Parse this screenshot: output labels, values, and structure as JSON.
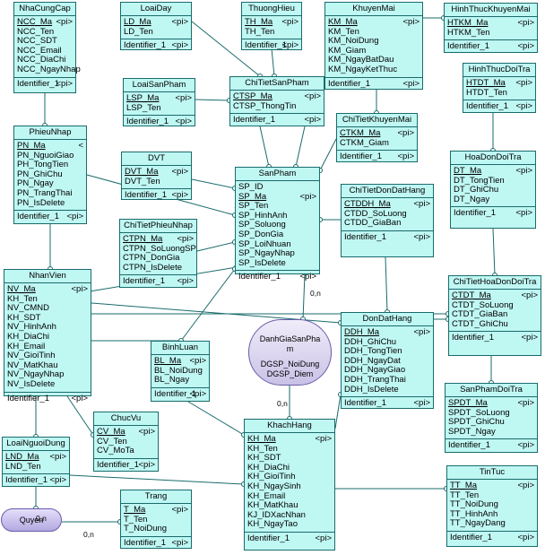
{
  "diagram": {
    "entities": [
      {
        "id": "NhaCungCap",
        "title": "NhaCungCap",
        "attrs": [
          {
            "name": "NCC_Ma",
            "tag": "<pi>",
            "pk": true
          },
          {
            "name": "NCC_Ten",
            "tag": ""
          },
          {
            "name": "NCC_SDT",
            "tag": ""
          },
          {
            "name": "NCC_Email",
            "tag": ""
          },
          {
            "name": "NCC_DiaChi",
            "tag": ""
          },
          {
            "name": "NCC_NgayNhap",
            "tag": ""
          }
        ],
        "identifier": "Identifier_1",
        "ident_tag": "<pi>"
      },
      {
        "id": "LoaiDay",
        "title": "LoaiDay",
        "attrs": [
          {
            "name": "LD_Ma",
            "tag": "<pi>",
            "pk": true
          },
          {
            "name": "LD_Ten",
            "tag": ""
          }
        ],
        "identifier": "Identifier_1",
        "ident_tag": "<pi>"
      },
      {
        "id": "ThuongHieu",
        "title": "ThuongHieu",
        "attrs": [
          {
            "name": "TH_Ma",
            "tag": "<pi>",
            "pk": true
          },
          {
            "name": "TH_Ten",
            "tag": ""
          }
        ],
        "identifier": "Identifier_1",
        "ident_tag": "<pi>"
      },
      {
        "id": "KhuyenMai",
        "title": "KhuyenMai",
        "attrs": [
          {
            "name": "KM_Ma",
            "tag": "<pi>",
            "pk": true
          },
          {
            "name": "KM_Ten",
            "tag": ""
          },
          {
            "name": "KM_NoiDung",
            "tag": ""
          },
          {
            "name": "KM_Giam",
            "tag": ""
          },
          {
            "name": "KM_NgayBatDau",
            "tag": ""
          },
          {
            "name": "KM_NgayKetThuc",
            "tag": ""
          }
        ],
        "identifier": "Identifier_1",
        "ident_tag": "<pi>"
      },
      {
        "id": "HinhThucKhuyenMai",
        "title": "HinhThucKhuyenMai",
        "attrs": [
          {
            "name": "HTKM_Ma",
            "tag": "<pi>",
            "pk": true
          },
          {
            "name": "HTKM_Ten",
            "tag": ""
          }
        ],
        "identifier": "Identifier_1",
        "ident_tag": "<pi>"
      },
      {
        "id": "LoaiSanPham",
        "title": "LoaiSanPham",
        "attrs": [
          {
            "name": "LSP_Ma",
            "tag": "<pi>",
            "pk": true
          },
          {
            "name": "LSP_Ten",
            "tag": ""
          }
        ],
        "identifier": "Identifier_1",
        "ident_tag": "<pi>"
      },
      {
        "id": "ChiTietSanPham",
        "title": "ChiTietSanPham",
        "attrs": [
          {
            "name": "CTSP_Ma",
            "tag": "<pi>",
            "pk": true
          },
          {
            "name": "CTSP_ThongTin",
            "tag": ""
          }
        ],
        "identifier": "Identifier_1",
        "ident_tag": "<pi>"
      },
      {
        "id": "HinhThucDoiTra",
        "title": "HinhThucDoiTra",
        "attrs": [
          {
            "name": "HTDT_Ma",
            "tag": "<pi>",
            "pk": true
          },
          {
            "name": "HTDT_Ten",
            "tag": ""
          }
        ],
        "identifier": "Identifier_1",
        "ident_tag": "<pi>"
      },
      {
        "id": "ChiTietKhuyenMai",
        "title": "ChiTietKhuyenMai",
        "attrs": [
          {
            "name": "CTKM_Ma",
            "tag": "<pi>",
            "pk": true
          },
          {
            "name": "CTKM_Giam",
            "tag": ""
          }
        ],
        "identifier": "Identifier_1",
        "ident_tag": "<pi>"
      },
      {
        "id": "PhieuNhap",
        "title": "PhieuNhap",
        "attrs": [
          {
            "name": "PN_Ma",
            "tag": "<",
            "pk": true
          },
          {
            "name": "PN_NguoiGiao",
            "tag": ""
          },
          {
            "name": "PH_TongTien",
            "tag": ""
          },
          {
            "name": "PN_GhiChu",
            "tag": ""
          },
          {
            "name": "PN_Ngay",
            "tag": ""
          },
          {
            "name": "PN_TrangThai",
            "tag": ""
          },
          {
            "name": "PN_IsDelete",
            "tag": ""
          }
        ],
        "identifier": "Identifier_1",
        "ident_tag": "<pi>"
      },
      {
        "id": "DVT",
        "title": "DVT",
        "attrs": [
          {
            "name": "DVT_Ma",
            "tag": "<pi>",
            "pk": true
          },
          {
            "name": "DVT_Ten",
            "tag": ""
          }
        ],
        "identifier": "Identifier_1",
        "ident_tag": "<pi>"
      },
      {
        "id": "SanPham",
        "title": "SanPham",
        "attrs": [
          {
            "name": "SP_ID",
            "tag": ""
          },
          {
            "name": "SP_Ma",
            "tag": "<pi>",
            "pk": true
          },
          {
            "name": "SP_Ten",
            "tag": ""
          },
          {
            "name": "SP_HinhAnh",
            "tag": ""
          },
          {
            "name": "SP_Soluong",
            "tag": ""
          },
          {
            "name": "SP_DonGia",
            "tag": ""
          },
          {
            "name": "SP_LoiNhuan",
            "tag": ""
          },
          {
            "name": "SP_NgayNhap",
            "tag": ""
          },
          {
            "name": "SP_IsDelete",
            "tag": ""
          }
        ],
        "identifier": "Identifier_1",
        "ident_tag": "<pi>"
      },
      {
        "id": "ChiTietDonDatHang",
        "title": "ChiTietDonDatHang",
        "attrs": [
          {
            "name": "CTDDH_Ma",
            "tag": "<pi>",
            "pk": true
          },
          {
            "name": "CTDD_SoLuong",
            "tag": ""
          },
          {
            "name": "CTDD_GiaBan",
            "tag": ""
          }
        ],
        "identifier": "Identifier_1",
        "ident_tag": "<pi>"
      },
      {
        "id": "HoaDonDoiTra",
        "title": "HoaDonDoiTra",
        "attrs": [
          {
            "name": "DT_Ma",
            "tag": "<pi>",
            "pk": true
          },
          {
            "name": "DT_TongTien",
            "tag": ""
          },
          {
            "name": "DT_GhiChu",
            "tag": ""
          },
          {
            "name": "DT_Ngay",
            "tag": ""
          }
        ],
        "identifier": "Identifier_1",
        "ident_tag": "<pi>"
      },
      {
        "id": "ChiTietPhieuNhap",
        "title": "ChiTietPhieuNhap",
        "attrs": [
          {
            "name": "CTPN_Ma",
            "tag": "<pi>",
            "pk": true
          },
          {
            "name": "CTPN_SoLuongSP",
            "tag": ""
          },
          {
            "name": "CTPN_DonGia",
            "tag": ""
          },
          {
            "name": "CTPN_IsDelete",
            "tag": ""
          }
        ],
        "identifier": "Identifier_1",
        "ident_tag": "<pi>"
      },
      {
        "id": "NhanVien",
        "title": "NhanVien",
        "attrs": [
          {
            "name": "NV_Ma",
            "tag": "<pi>",
            "pk": true
          },
          {
            "name": "KH_Ten",
            "tag": ""
          },
          {
            "name": "NV_CMND",
            "tag": ""
          },
          {
            "name": "KH_SDT",
            "tag": ""
          },
          {
            "name": "NV_HinhAnh",
            "tag": ""
          },
          {
            "name": "KH_DiaChi",
            "tag": ""
          },
          {
            "name": "KH_Email",
            "tag": ""
          },
          {
            "name": "NV_GioiTinh",
            "tag": ""
          },
          {
            "name": "NV_MatKhau",
            "tag": ""
          },
          {
            "name": "NV_NgayNhap",
            "tag": ""
          },
          {
            "name": "NV_IsDelete",
            "tag": ""
          }
        ],
        "identifier": "Identifier_1",
        "ident_tag": "<pi>"
      },
      {
        "id": "ChiTietHoaDonDoiTra",
        "title": "ChiTietHoaDonDoiTra",
        "attrs": [
          {
            "name": "CTDT_Ma",
            "tag": "<pi>",
            "pk": true
          },
          {
            "name": "CTDT_SoLuong",
            "tag": ""
          },
          {
            "name": "CTDT_GiaBan",
            "tag": ""
          },
          {
            "name": "CTDT_GhiChu",
            "tag": ""
          }
        ],
        "identifier": "Identifier_1",
        "ident_tag": "<pi>"
      },
      {
        "id": "DonDatHang",
        "title": "DonDatHang",
        "attrs": [
          {
            "name": "DDH_Ma",
            "tag": "<pi>",
            "pk": true
          },
          {
            "name": "DDH_GhiChu",
            "tag": ""
          },
          {
            "name": "DDH_TongTien",
            "tag": ""
          },
          {
            "name": "DDH_NgayDat",
            "tag": ""
          },
          {
            "name": "DDH_NgayGiao",
            "tag": ""
          },
          {
            "name": "DDH_TrangThai",
            "tag": ""
          },
          {
            "name": "DDH_IsDelete",
            "tag": ""
          }
        ],
        "identifier": "Identifier_1",
        "ident_tag": "<pi>"
      },
      {
        "id": "BinhLuan",
        "title": "BinhLuan",
        "attrs": [
          {
            "name": "BL_Ma",
            "tag": "<pi>",
            "pk": true
          },
          {
            "name": "BL_NoiDung",
            "tag": ""
          },
          {
            "name": "BL_Ngay",
            "tag": ""
          }
        ],
        "identifier": "Identifier_1",
        "ident_tag": "<pi>"
      },
      {
        "id": "ChucVu",
        "title": "ChucVu",
        "attrs": [
          {
            "name": "CV_Ma",
            "tag": "<pi>",
            "pk": true
          },
          {
            "name": "CV_Ten",
            "tag": ""
          },
          {
            "name": "CV_MoTa",
            "tag": ""
          }
        ],
        "identifier": "Identifier_1",
        "ident_tag": "<pi>"
      },
      {
        "id": "SanPhamDoiTra",
        "title": "SanPhamDoiTra",
        "attrs": [
          {
            "name": "SPDT_Ma",
            "tag": "<pi>",
            "pk": true
          },
          {
            "name": "SPDT_SoLuong",
            "tag": ""
          },
          {
            "name": "SPDT_GhiChu",
            "tag": ""
          },
          {
            "name": "SPDT_Ngay",
            "tag": ""
          }
        ],
        "identifier": "Identifier_1",
        "ident_tag": "<pi>"
      },
      {
        "id": "LoaiNguoiDung",
        "title": "LoaiNguoiDung",
        "attrs": [
          {
            "name": "LND_Ma",
            "tag": "<pi>",
            "pk": true
          },
          {
            "name": "LND_Ten",
            "tag": ""
          }
        ],
        "identifier": "Identifier_1",
        "ident_tag": "<pi>"
      },
      {
        "id": "KhachHang",
        "title": "KhachHang",
        "attrs": [
          {
            "name": "KH_Ma",
            "tag": "<pi>",
            "pk": true
          },
          {
            "name": "KH_Ten",
            "tag": ""
          },
          {
            "name": "KH_SDT",
            "tag": ""
          },
          {
            "name": "KH_DiaChi",
            "tag": ""
          },
          {
            "name": "KH_GioiTinh",
            "tag": ""
          },
          {
            "name": "KH_NgaySinh",
            "tag": ""
          },
          {
            "name": "KH_Email",
            "tag": ""
          },
          {
            "name": "KH_MatKhau",
            "tag": ""
          },
          {
            "name": "KJ_IDXacNhan",
            "tag": ""
          },
          {
            "name": "KH_NgayTao",
            "tag": ""
          }
        ],
        "identifier": "Identifier_1",
        "ident_tag": "<pi>"
      },
      {
        "id": "TinTuc",
        "title": "TinTuc",
        "attrs": [
          {
            "name": "TT_Ma",
            "tag": "<pi>",
            "pk": true
          },
          {
            "name": "TT_Ten",
            "tag": ""
          },
          {
            "name": "TT_NoiDung",
            "tag": ""
          },
          {
            "name": "TT_HinhAnh",
            "tag": ""
          },
          {
            "name": "TT_NgayDang",
            "tag": ""
          }
        ],
        "identifier": "Identifier_1",
        "ident_tag": "<pi>"
      },
      {
        "id": "Trang",
        "title": "Trang",
        "attrs": [
          {
            "name": "T_Ma",
            "tag": "<pi>",
            "pk": true
          },
          {
            "name": "T_Ten",
            "tag": ""
          },
          {
            "name": "T_NoiDung",
            "tag": ""
          }
        ],
        "identifier": "Identifier_1",
        "ident_tag": "<pi>"
      }
    ],
    "relationships": [
      {
        "id": "DanhGiaSanPham",
        "title": "DanhGiaSanPham",
        "attrs": [
          "DGSP_NoiDung",
          "DGSP_Diem"
        ]
      },
      {
        "id": "Quyen",
        "title": "Quyen",
        "attrs": []
      }
    ],
    "cardinalities": [
      "0,n",
      "0,n",
      "0,n",
      "0,n"
    ],
    "colors": {
      "entity_fill": "#bff7f3",
      "entity_border": "#1a6b6b",
      "line": "#1a6b6b",
      "relation_border": "#6a5da8"
    }
  }
}
